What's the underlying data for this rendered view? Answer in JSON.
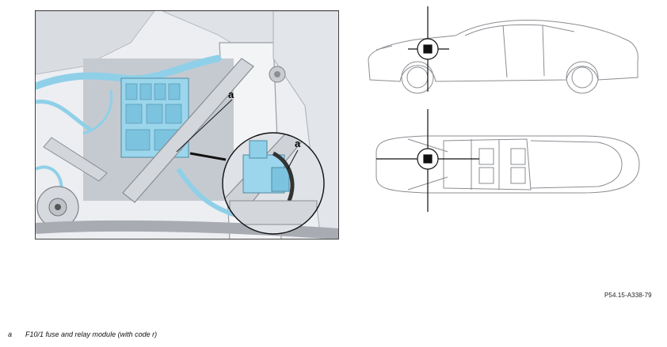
{
  "figure": {
    "callout_letter": "a",
    "reference_code": "P54.15-A338-79"
  },
  "legend": [
    {
      "key": "a",
      "text": "F10/1 fuse and relay module (with code r)"
    }
  ],
  "colors": {
    "highlight_blue": "#8fd0e8",
    "line_gray": "#8a8d92",
    "frame": "#444444"
  }
}
